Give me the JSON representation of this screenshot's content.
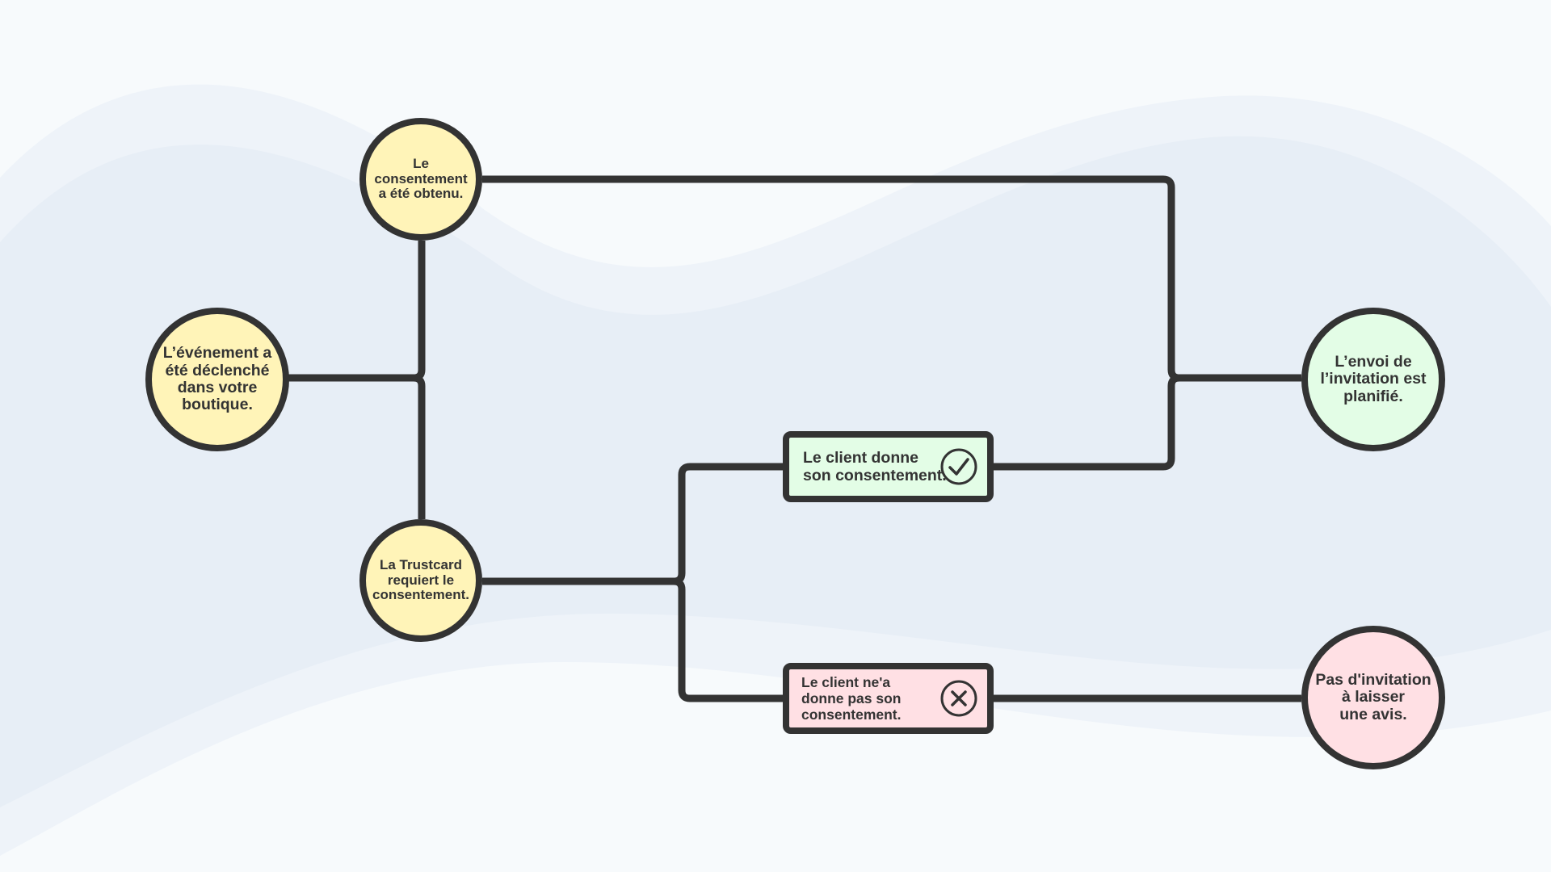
{
  "colors": {
    "stroke": "#333333",
    "yellow_fill": "#fff4b8",
    "green_fill": "#e3fde6",
    "pink_fill": "#ffe0e4",
    "background": "#f7fafc"
  },
  "nodes": {
    "event_triggered": "L’événement a\nété déclenché\ndans votre\nboutique.",
    "consent_obtained": "Le\nconsentement\na été obtenu.",
    "trustcard_requires": "La Trustcard\nrequiert le\nconsentement.",
    "invite_planned": "L’envoi de\nl’invitation est\nplanifié.",
    "no_invite": "Pas d'invitation\nà laisser\nune avis."
  },
  "decisions": {
    "client_gives": {
      "label": "Le client donne\nson consentement.",
      "icon": "check-circle-icon"
    },
    "client_not_gives": {
      "label": "Le client ne'a\ndonne pas son\nconsentement.",
      "icon": "x-circle-icon"
    }
  }
}
